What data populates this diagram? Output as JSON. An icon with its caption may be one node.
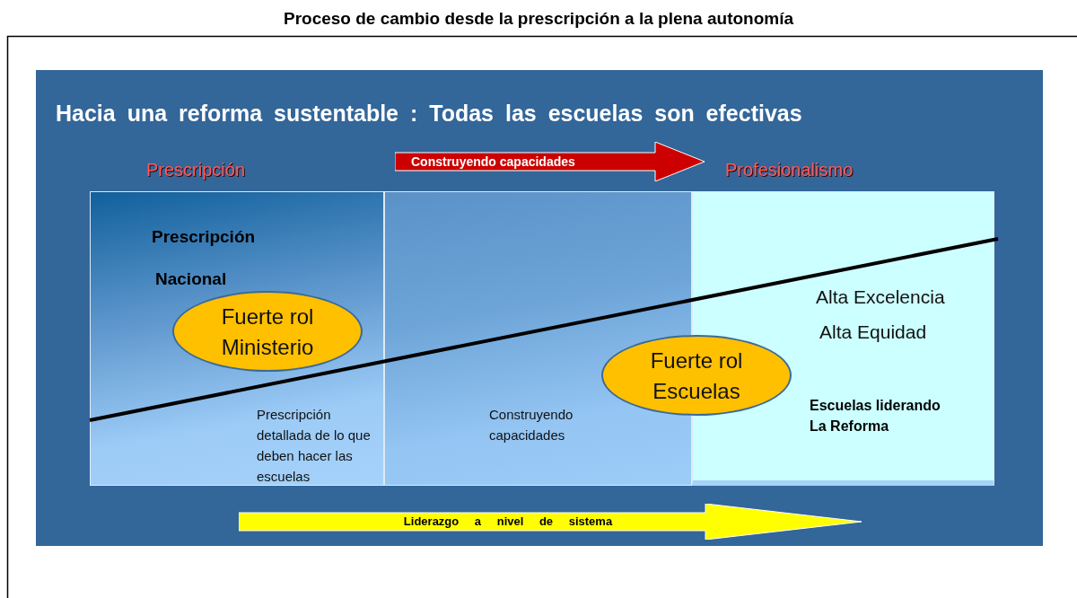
{
  "diagram": {
    "title": "Proceso de cambio desde la prescripción a la plena autonomía",
    "nodes": [
      {
        "text": [
          "Hacia una reforma sustentable : Todas las escuelas son efectivas"
        ]
      },
      {
        "text": [
          "Construyendo capacidades"
        ],
        "in": 0
      },
      {
        "text": [
          "Prescripción",
          "Nacional",
          "Prescripción detallada de lo que deben hacer las escuelas"
        ],
        "in": 0
      },
      {
        "text": [
          "Construyendo capacidades"
        ],
        "in": 0
      },
      {
        "text": [
          "Alta Excelencia",
          "Alta Equidad",
          "Escuelas liderando La Reforma"
        ],
        "in": 0
      },
      {
        "text": [
          "Fuerte rol Ministerio"
        ],
        "in": 2
      },
      {
        "text": [
          "Fuerte rol Escuelas"
        ],
        "in": 0
      },
      {
        "text": [
          "Liderazgo a nivel de sistema"
        ],
        "in": 0
      }
    ],
    "labels": [
      "Prescripción",
      "Profesionalismo"
    ]
  }
}
